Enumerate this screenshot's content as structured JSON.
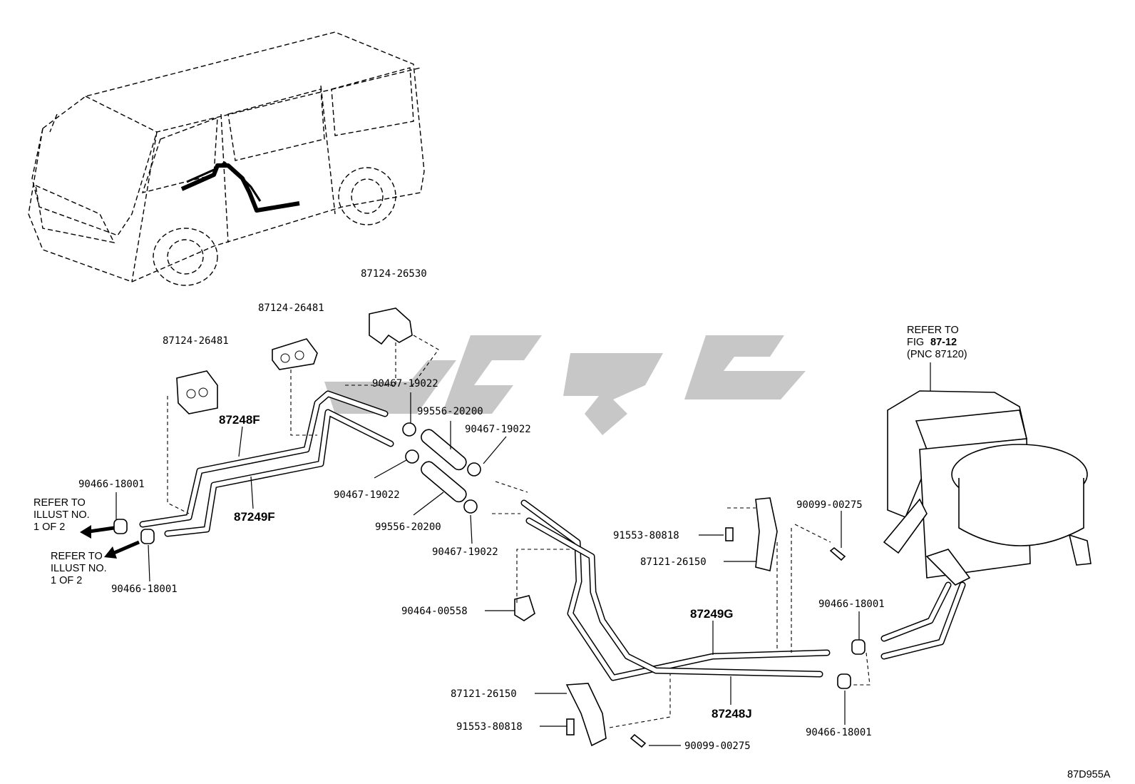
{
  "labels": {
    "clamp_a": "87124-26481",
    "clamp_b": "87124-26481",
    "clamp_c": "87124-26530",
    "pipe_f_upper": "87248F",
    "pipe_f_lower": "87249F",
    "pipe_g": "87249G",
    "pipe_j": "87248J",
    "clip_1": "90467-19022",
    "clip_2": "90467-19022",
    "clip_3": "90467-19022",
    "clip_4": "90467-19022",
    "hose_1": "99556-20200",
    "hose_2": "99556-20200",
    "clamp_l1": "90466-18001",
    "clamp_l2": "90466-18001",
    "clamp_r1": "90466-18001",
    "clamp_r2": "90466-18001",
    "bracket_1": "87121-26150",
    "bracket_2": "87121-26150",
    "bolt_1": "91553-80818",
    "bolt_2": "91553-80818",
    "screw_1": "90099-00275",
    "screw_2": "90099-00275",
    "clip_mid": "90464-00558"
  },
  "notes": {
    "refer_1": [
      "REFER TO",
      "ILLUST NO.",
      "1 OF 2"
    ],
    "refer_2": [
      "REFER TO",
      "ILLUST NO.",
      "1 OF 2"
    ],
    "refer_fig": [
      "REFER TO",
      "FIG",
      "87-12",
      "(PNC 87120)"
    ]
  },
  "figure_code": "87D955A"
}
